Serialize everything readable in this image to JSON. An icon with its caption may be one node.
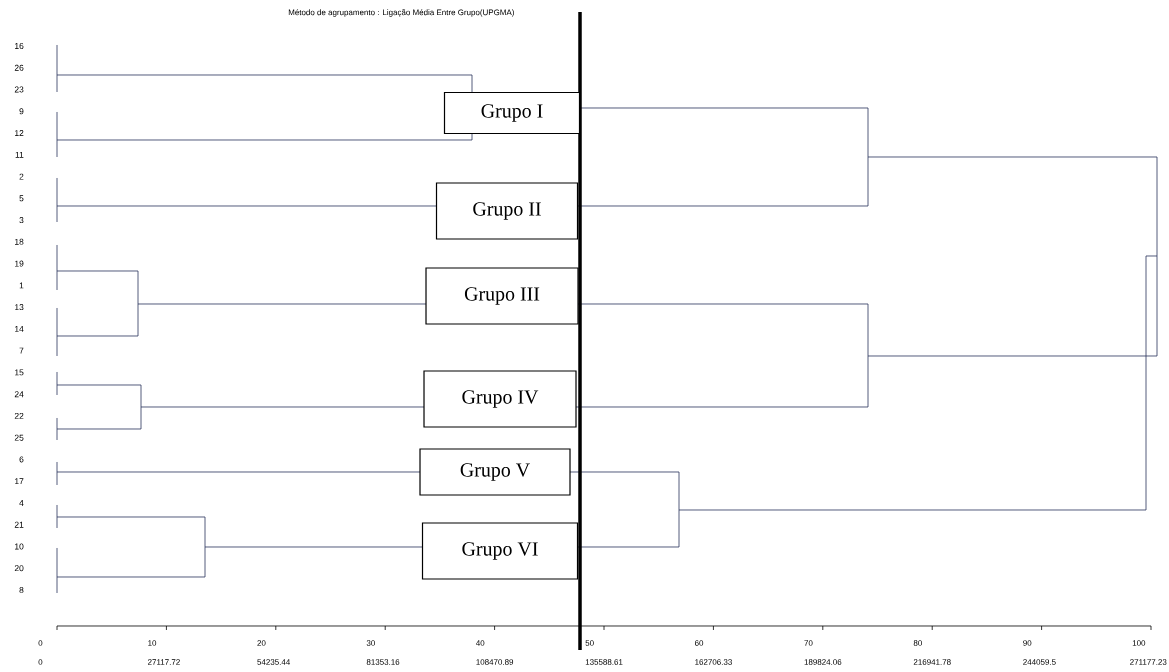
{
  "diagram": {
    "title": "Método de agrupamento : Ligação Média Entre Grupo(UPGMA)",
    "nodes": [
      {
        "text": [
          "Grupo I"
        ]
      },
      {
        "text": [
          "Grupo  II"
        ]
      },
      {
        "text": [
          "Grupo  III"
        ]
      },
      {
        "text": [
          "Grupo IV"
        ]
      },
      {
        "text": [
          "Grupo V"
        ]
      },
      {
        "text": [
          "Grupo VI"
        ]
      }
    ],
    "labels": [
      "16",
      "26",
      "23",
      "9",
      "12",
      "11",
      "2",
      "5",
      "3",
      "18",
      "19",
      "1",
      "13",
      "14",
      "7",
      "15",
      "24",
      "22",
      "25",
      "6",
      "17",
      "4",
      "21",
      "10",
      "20",
      "8",
      "0",
      "10",
      "20",
      "30",
      "40",
      "50",
      "60",
      "70",
      "80",
      "90",
      "100",
      "0",
      "27117.72",
      "54235.44",
      "81353.16",
      "108470.89",
      "135588.61",
      "162706.33",
      "189824.06",
      "216941.78",
      "244059.5",
      "271177.23"
    ]
  }
}
